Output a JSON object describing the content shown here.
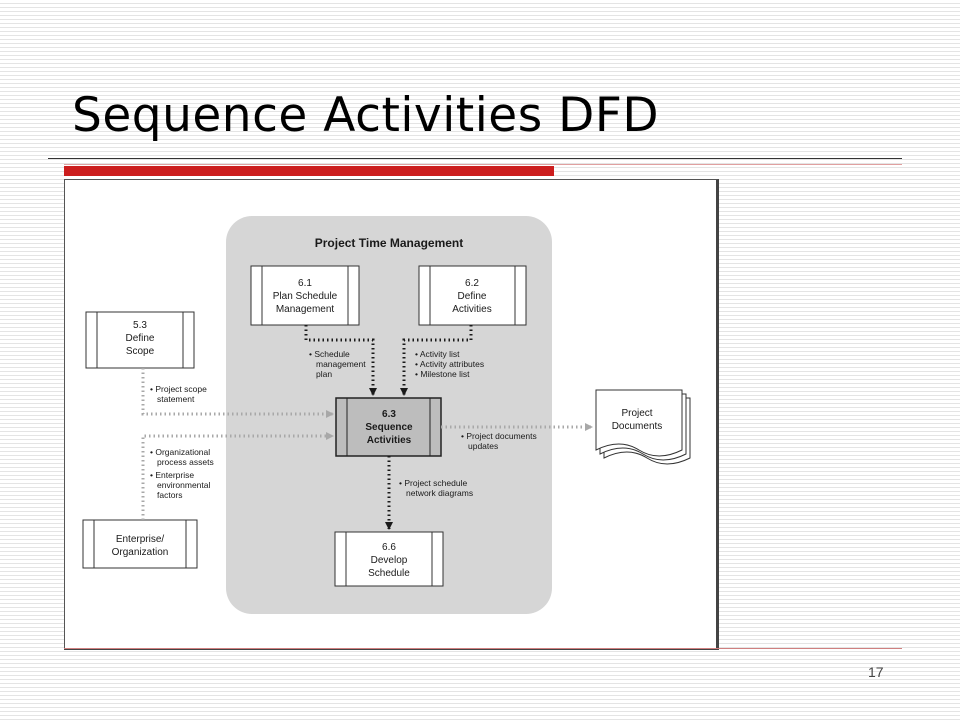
{
  "slide": {
    "title": "Sequence Activities DFD",
    "page_number": "17"
  },
  "diagram": {
    "group_title": "Project Time Management",
    "processes": {
      "plan_schedule": [
        "6.1",
        "Plan Schedule",
        "Management"
      ],
      "define_activities": [
        "6.2",
        "Define",
        "Activities"
      ],
      "sequence_activities": [
        "6.3",
        "Sequence",
        "Activities"
      ],
      "develop_schedule": [
        "6.6",
        "Develop",
        "Schedule"
      ],
      "define_scope": [
        "5.3",
        "Define",
        "Scope"
      ],
      "enterprise": [
        "Enterprise/",
        "Organization"
      ]
    },
    "document": [
      "Project",
      "Documents"
    ],
    "flows": {
      "schedule_plan": [
        "• Schedule",
        "management",
        "plan"
      ],
      "activity_info": [
        "• Activity list",
        "• Activity attributes",
        "• Milestone list"
      ],
      "scope_statement": [
        "• Project scope",
        "statement"
      ],
      "org_assets": [
        "• Organizational",
        "process assets",
        "• Enterprise",
        "environmental",
        "factors"
      ],
      "doc_updates": [
        "• Project documents",
        "updates"
      ],
      "network_diagrams": [
        "• Project schedule",
        "network diagrams"
      ]
    }
  }
}
